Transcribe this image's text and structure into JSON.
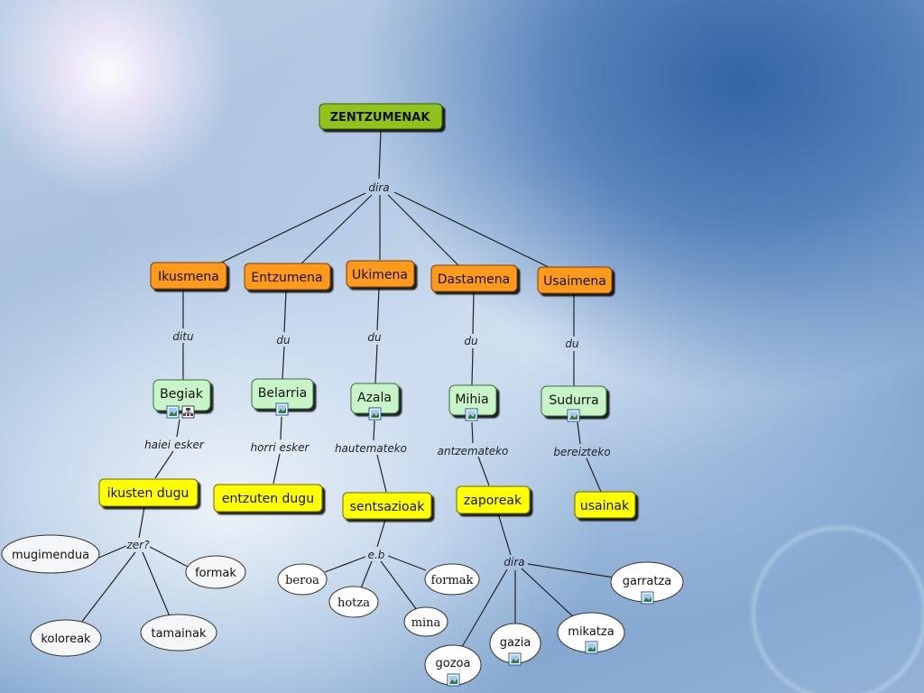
{
  "colors": {
    "root": "#8fc31f",
    "sense": "#ff9a1f",
    "organ": "#c8f5c8",
    "action": "#ffff00",
    "leaf": "#ffffff"
  },
  "diagram": {
    "root": {
      "text": "ZENTZUMENAK"
    },
    "root_link": "dira",
    "senses": [
      {
        "name": "Ikusmena",
        "link": "ditu",
        "organ": "Begiak",
        "organ_icons": [
          "image-icon",
          "sitemap-icon"
        ],
        "link2": "haiei esker",
        "action": "ikusten dugu",
        "link3": "zer?",
        "leaves": [
          {
            "text": "mugimendua"
          },
          {
            "text": "formak"
          },
          {
            "text": "koloreak"
          },
          {
            "text": "tamainak"
          }
        ]
      },
      {
        "name": "Entzumena",
        "link": "du",
        "organ": "Belarria",
        "organ_icons": [
          "image-icon"
        ],
        "link2": "horri esker",
        "action": "entzuten dugu",
        "leaves": []
      },
      {
        "name": "Ukimena",
        "link": "du",
        "organ": "Azala",
        "organ_icons": [
          "image-icon"
        ],
        "link2": "hautemateko",
        "action": "sentsazioak",
        "link3": "e.b",
        "leaves": [
          {
            "text": "beroa"
          },
          {
            "text": "formak"
          },
          {
            "text": "hotza"
          },
          {
            "text": "mina"
          }
        ]
      },
      {
        "name": "Dastamena",
        "link": "du",
        "organ": "Mihia",
        "organ_icons": [
          "image-icon"
        ],
        "link2": "antzemateko",
        "action": "zaporeak",
        "link3": "dira",
        "leaves": [
          {
            "text": "garratza",
            "icon": "image-icon"
          },
          {
            "text": "mikatza",
            "icon": "image-icon"
          },
          {
            "text": "gazia",
            "icon": "image-icon"
          },
          {
            "text": "gozoa",
            "icon": "image-icon"
          }
        ]
      },
      {
        "name": "Usaimena",
        "link": "du",
        "organ": "Sudurra",
        "organ_icons": [
          "image-icon"
        ],
        "link2": "bereizteko",
        "action": "usainak",
        "leaves": []
      }
    ]
  }
}
